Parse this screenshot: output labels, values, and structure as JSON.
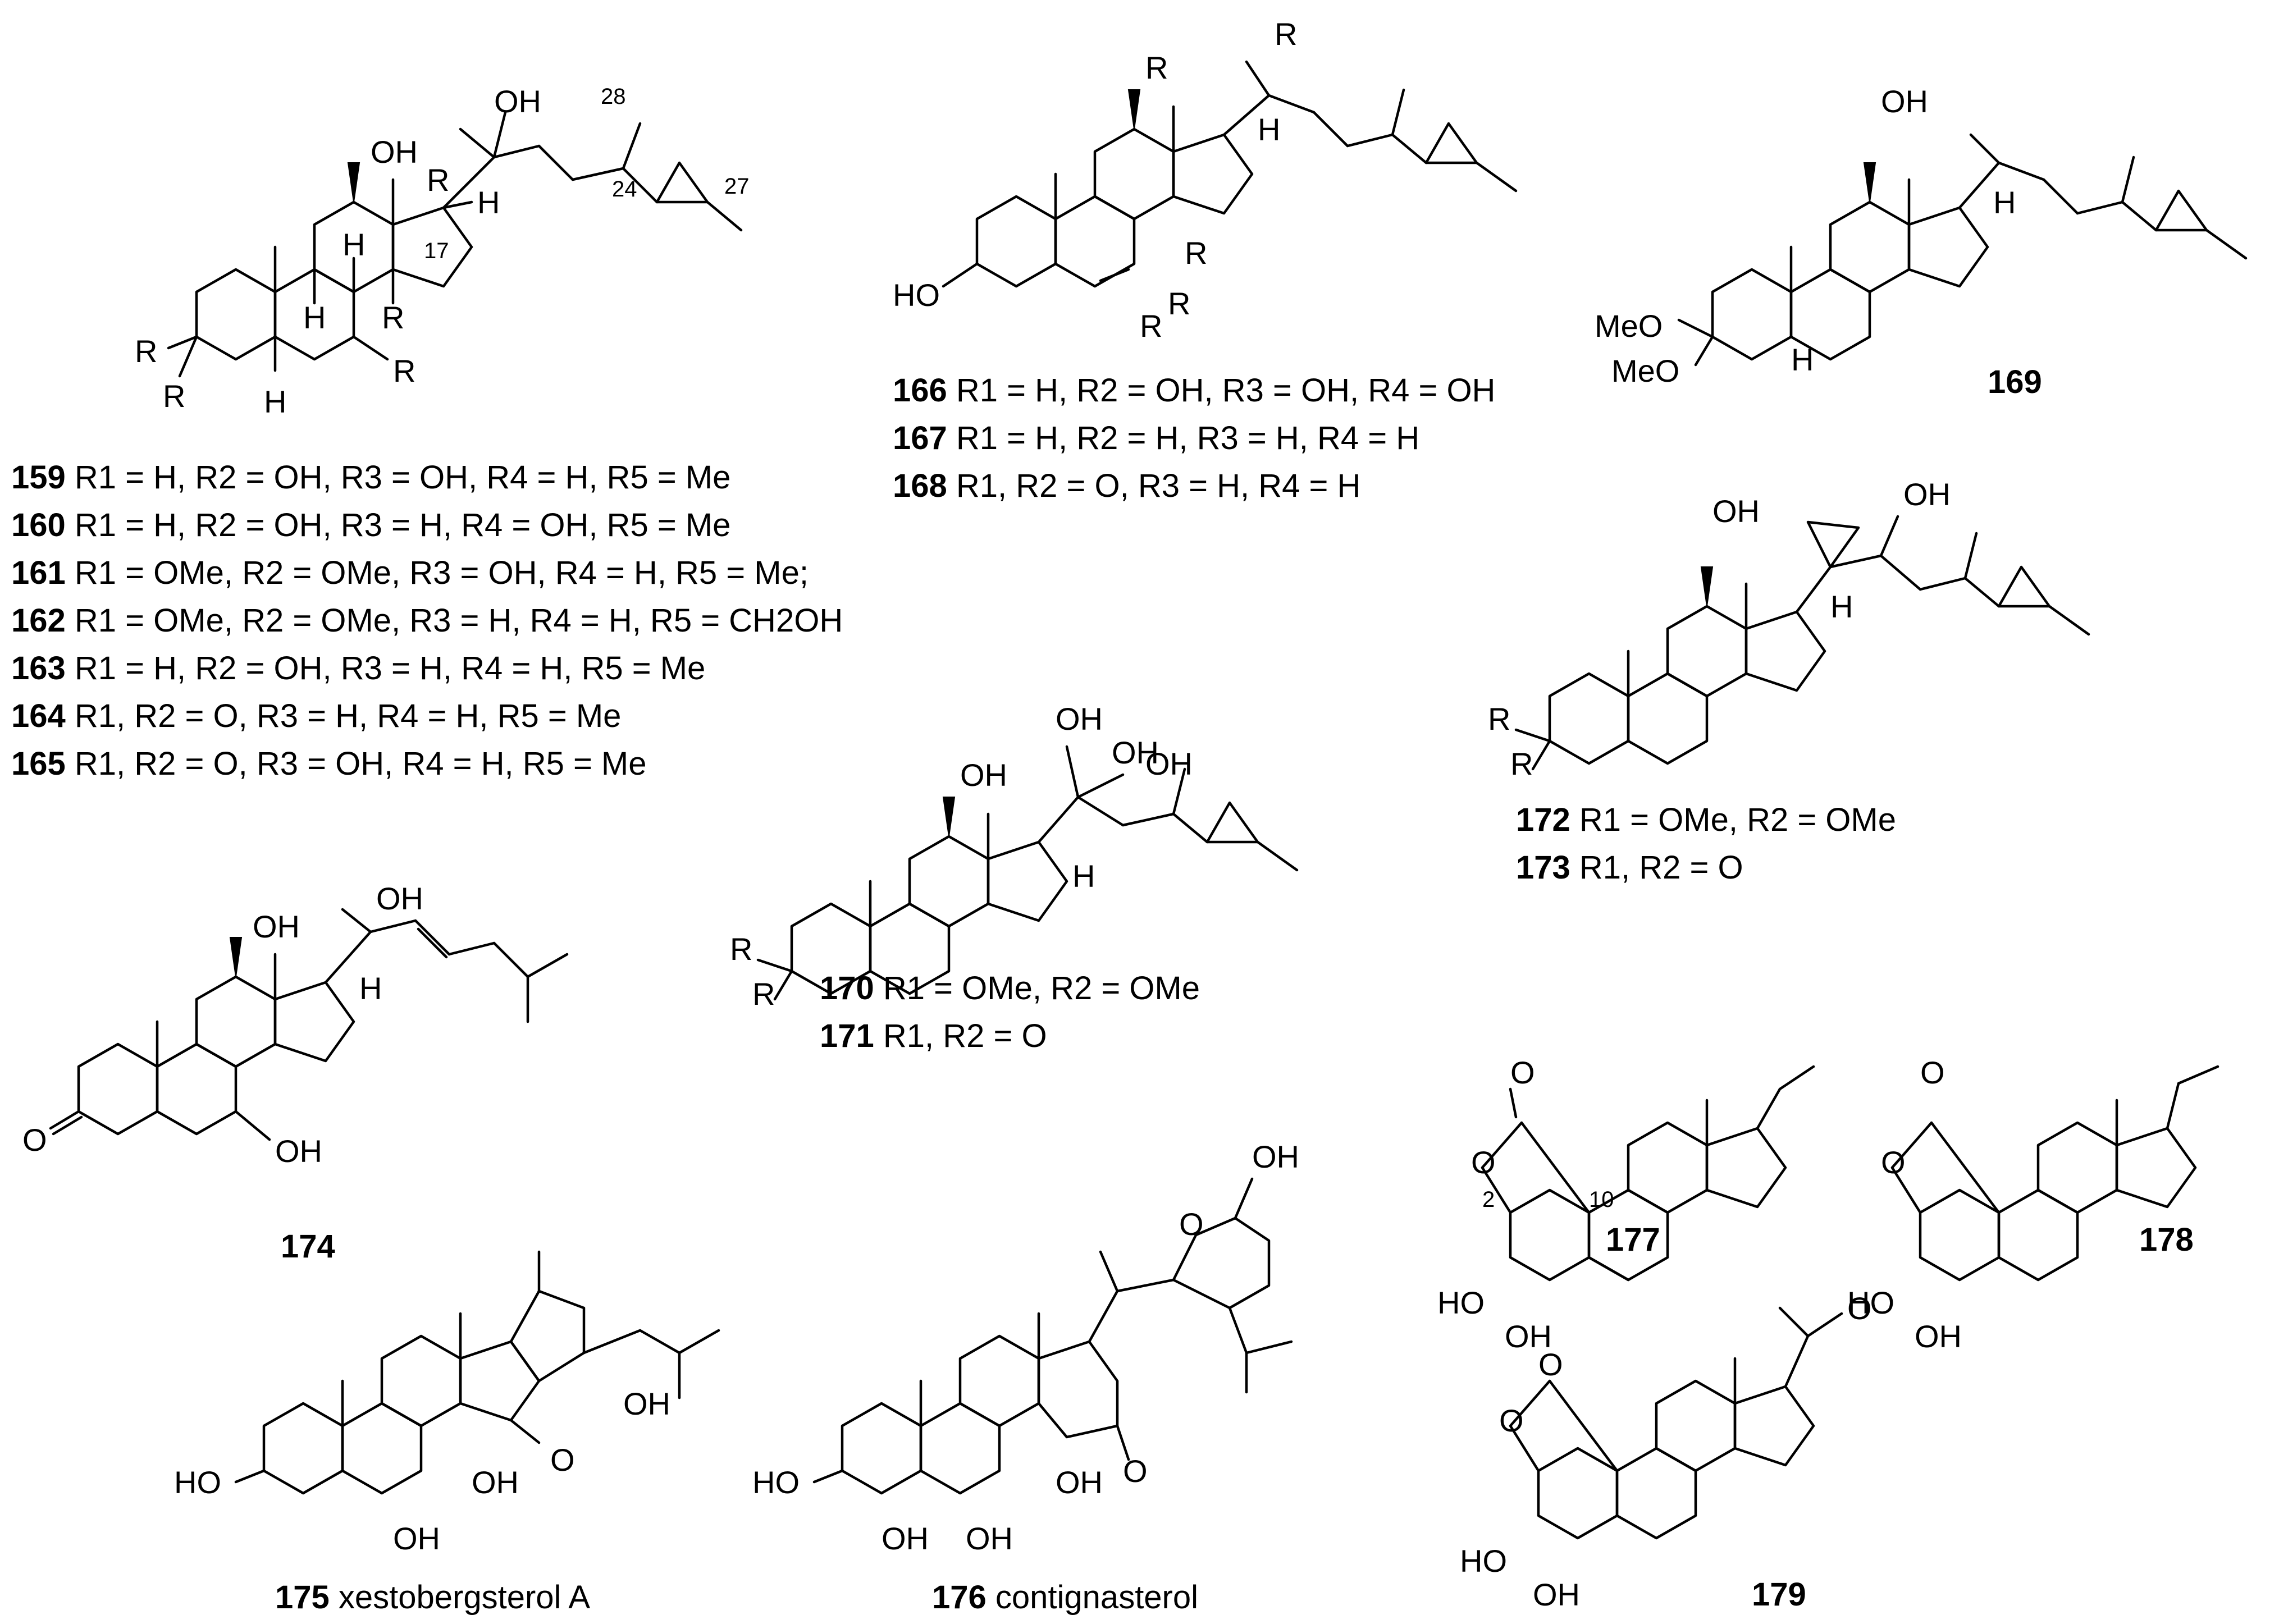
{
  "compounds": [
    {
      "id": "159",
      "text": "R1 = H, R2 = OH, R3 = OH, R4 = H, R5 = Me"
    },
    {
      "id": "160",
      "text": "R1 = H, R2 = OH, R3 = H, R4 = OH, R5 = Me"
    },
    {
      "id": "161",
      "text": "R1 = OMe, R2 = OMe, R3 = OH, R4 = H, R5 = Me;"
    },
    {
      "id": "162",
      "text": "R1 = OMe, R2 = OMe, R3 = H, R4 = H, R5 = CH2OH"
    },
    {
      "id": "163",
      "text": "R1 = H, R2 = OH, R3 = H, R4 = H, R5 = Me"
    },
    {
      "id": "164",
      "text": "R1, R2 = O, R3 = H, R4 = H, R5 = Me"
    },
    {
      "id": "165",
      "text": "R1, R2 = O, R3 = OH, R4 = H, R5 = Me"
    },
    {
      "id": "166",
      "text": "R1 = H, R2 = OH, R3 = OH, R4 = OH"
    },
    {
      "id": "167",
      "text": "R1 = H, R2 = H, R3 = H, R4 = H"
    },
    {
      "id": "168",
      "text": "R1, R2 = O, R3 = H, R4 = H"
    },
    {
      "id": "169",
      "text": ""
    },
    {
      "id": "170",
      "text": "R1 = OMe, R2 = OMe"
    },
    {
      "id": "171",
      "text": "R1, R2 = O"
    },
    {
      "id": "172",
      "text": "R1 = OMe, R2 = OMe"
    },
    {
      "id": "173",
      "text": "R1, R2 = O"
    },
    {
      "id": "174",
      "text": ""
    },
    {
      "id": "175",
      "text": "xestobergsterol A"
    },
    {
      "id": "176",
      "text": "contignasterol"
    },
    {
      "id": "177",
      "text": ""
    },
    {
      "id": "178",
      "text": ""
    },
    {
      "id": "179",
      "text": ""
    }
  ],
  "atom_labels": {
    "oh": "OH",
    "h": "H",
    "o": "O",
    "ho": "HO",
    "meo": "MeO",
    "r1": "R",
    "r2": "R",
    "r3": "R",
    "r4": "R",
    "r5": "R"
  },
  "locants": {
    "c28": "28",
    "c27": "27",
    "c24": "24",
    "c17": "17",
    "c2": "2",
    "c10": "10"
  }
}
